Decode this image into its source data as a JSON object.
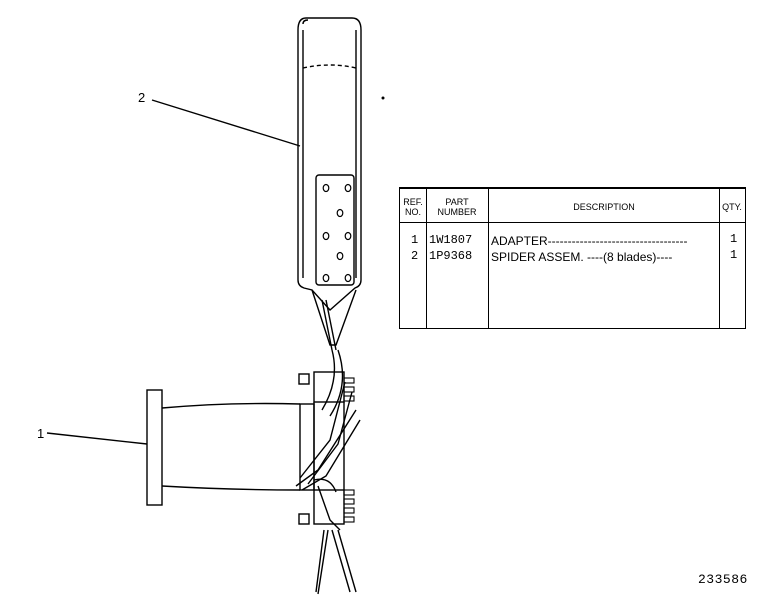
{
  "callouts": {
    "part1": "1",
    "part2": "2"
  },
  "figure_number": "233586",
  "table": {
    "headers": {
      "ref": "REF. NO.",
      "part": "PART NUMBER",
      "description": "DESCRIPTION",
      "qty": "QTY."
    },
    "rows": [
      {
        "ref": "1",
        "part": "1W1807",
        "description": "ADAPTER-----------------------------------",
        "qty": "1"
      },
      {
        "ref": "2",
        "part": "1P9368",
        "description": "SPIDER ASSEM. ----(8 blades)----",
        "qty": "1"
      }
    ]
  }
}
